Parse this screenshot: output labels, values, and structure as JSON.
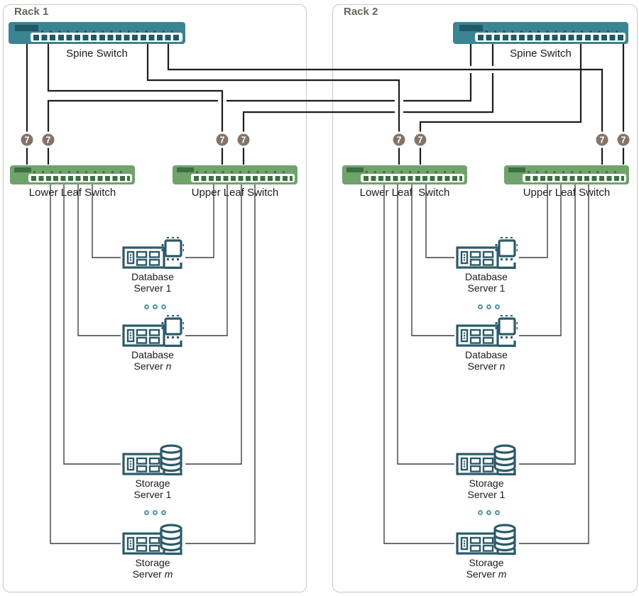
{
  "racks": [
    {
      "label": "Rack 1",
      "spine": {
        "label": "Spine Switch"
      },
      "leaves": [
        {
          "label": "Lower Leaf Switch"
        },
        {
          "label": "Upper Leaf Switch"
        }
      ],
      "servers": [
        {
          "type": "database",
          "line1": "Database",
          "line2": "Server",
          "index": "1"
        },
        {
          "type": "database",
          "line1": "Database",
          "line2": "Server",
          "index": "n"
        },
        {
          "type": "storage",
          "line1": "Storage",
          "line2": "Server",
          "index": "1"
        },
        {
          "type": "storage",
          "line1": "Storage",
          "line2": "Server",
          "index": "m"
        }
      ]
    },
    {
      "label": "Rack 2",
      "spine": {
        "label": "Spine Switch"
      },
      "leaves": [
        {
          "label": "Lower Leaf  Switch"
        },
        {
          "label": "Upper Leaf Switch"
        }
      ],
      "servers": [
        {
          "type": "database",
          "line1": "Database",
          "line2": "Server",
          "index": "1"
        },
        {
          "type": "database",
          "line1": "Database",
          "line2": "Server",
          "index": "n"
        },
        {
          "type": "storage",
          "line1": "Storage",
          "line2": "Server",
          "index": "1"
        },
        {
          "type": "storage",
          "line1": "Storage",
          "line2": "Server",
          "index": "m"
        }
      ]
    }
  ],
  "links": [
    {
      "from": "rack1-spine",
      "to": "rack1-lower-leaf",
      "count": "7"
    },
    {
      "from": "rack2-spine",
      "to": "rack1-lower-leaf",
      "count": "7"
    },
    {
      "from": "rack1-spine",
      "to": "rack1-upper-leaf",
      "count": "7"
    },
    {
      "from": "rack2-spine",
      "to": "rack1-upper-leaf",
      "count": "7"
    },
    {
      "from": "rack1-spine",
      "to": "rack2-lower-leaf",
      "count": "7"
    },
    {
      "from": "rack2-spine",
      "to": "rack2-lower-leaf",
      "count": "7"
    },
    {
      "from": "rack1-spine",
      "to": "rack2-upper-leaf",
      "count": "7"
    },
    {
      "from": "rack2-spine",
      "to": "rack2-upper-leaf",
      "count": "7"
    }
  ],
  "colors": {
    "spine_switch": "#3B8492",
    "spine_switch_dark": "#1E5965",
    "leaf_switch": "#6FA369",
    "leaf_switch_dark": "#3D7044",
    "link_line": "#1C1C1C",
    "server_line": "#3F3F3F",
    "badge": "#84756A",
    "server_icon": "#2C5A69",
    "ellipsis": "#4E96A8",
    "rack_border": "#CCC7BF",
    "rack_label": "#6A625B"
  }
}
